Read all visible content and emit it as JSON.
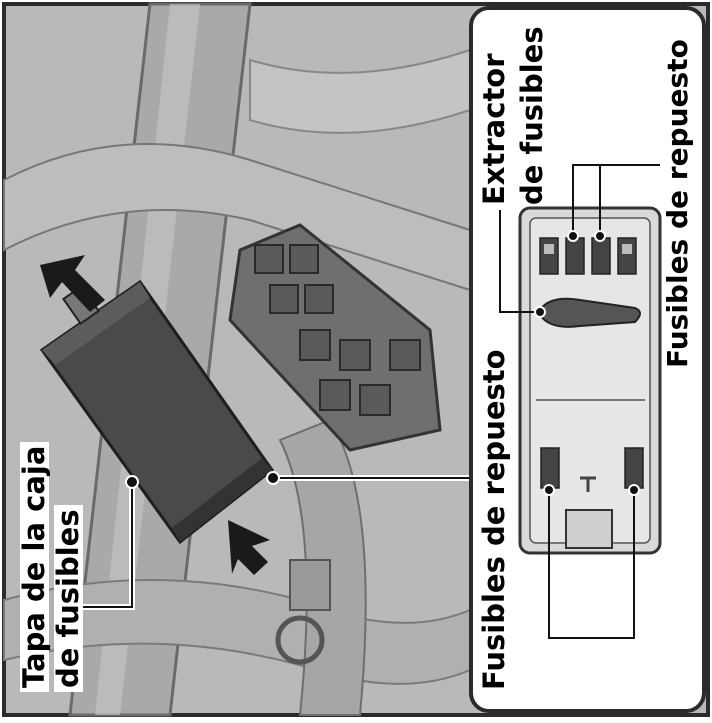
{
  "labels": {
    "fuse_box_cover_line1": "Tapa de la caja",
    "fuse_box_cover_line2": "de fusibles",
    "spare_fuses_bottom": "Fusibles de repuesto",
    "fuse_puller_line1": "Extractor",
    "fuse_puller_line2": "de fusibles",
    "spare_fuses_top": "Fusibles de repuesto"
  },
  "colors": {
    "photo_background": "#b9b9b9",
    "frame": "#2b2b2b",
    "cover": "#4a4a4a",
    "inset_panel": "#d9d9d9",
    "arrow": "#1a1a1a"
  }
}
